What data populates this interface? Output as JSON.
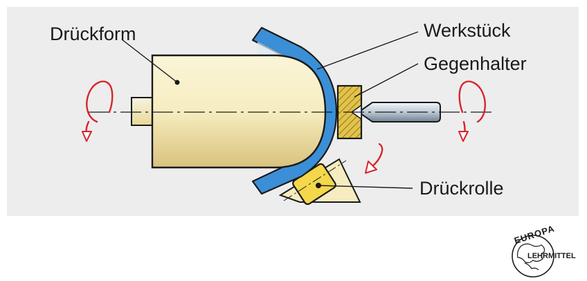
{
  "labels": {
    "drueckform": "Drückform",
    "werkstueck": "Werkstück",
    "gegenhalter": "Gegenhalter",
    "drueckrolle": "Drückrolle"
  },
  "logo": {
    "top": "EUROPA",
    "side": "LEHRMITTEL"
  },
  "colors": {
    "panel": "#ededed",
    "workpiece": "#3b8fd6",
    "form": "#f6edc0",
    "holder": "#e3c24a",
    "roller": "#f4d74a",
    "arrow": "#d8242c"
  }
}
